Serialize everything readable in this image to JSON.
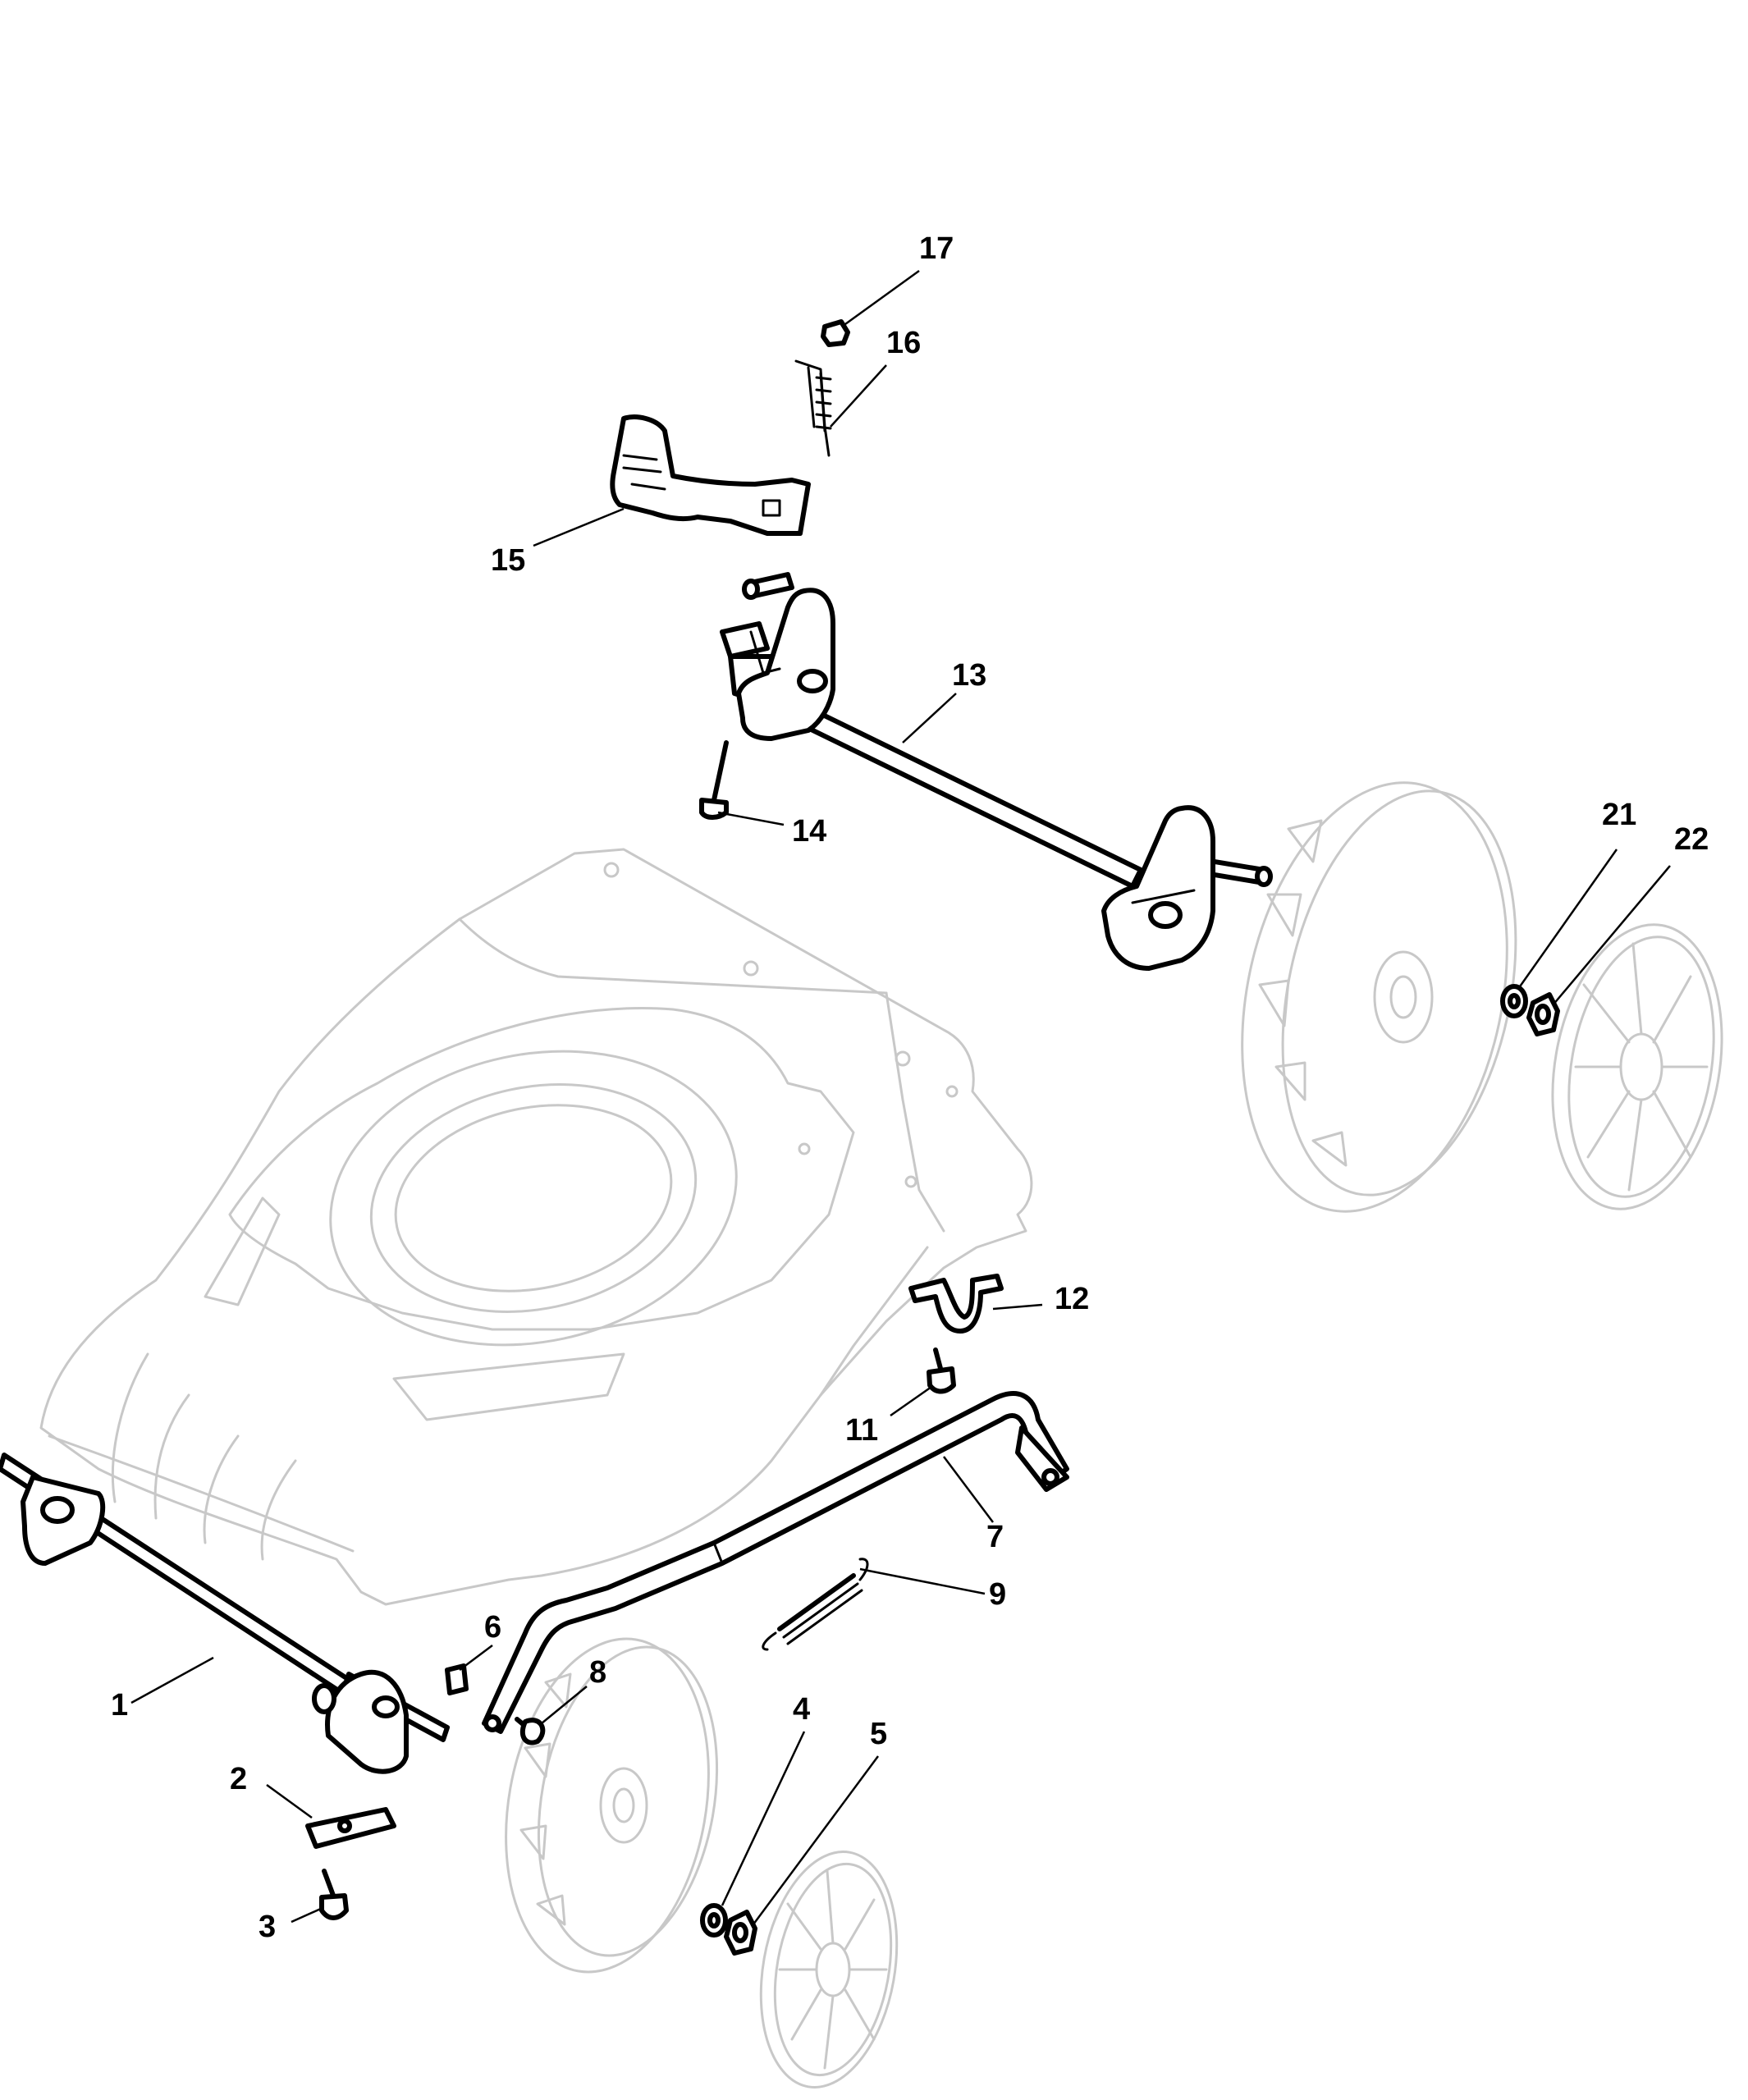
{
  "callouts": [
    {
      "id": "1",
      "label": "1"
    },
    {
      "id": "2",
      "label": "2"
    },
    {
      "id": "3",
      "label": "3"
    },
    {
      "id": "4",
      "label": "4"
    },
    {
      "id": "5",
      "label": "5"
    },
    {
      "id": "6",
      "label": "6"
    },
    {
      "id": "7",
      "label": "7"
    },
    {
      "id": "8",
      "label": "8"
    },
    {
      "id": "9",
      "label": "9"
    },
    {
      "id": "11",
      "label": "11"
    },
    {
      "id": "12",
      "label": "12"
    },
    {
      "id": "13",
      "label": "13"
    },
    {
      "id": "14",
      "label": "14"
    },
    {
      "id": "15",
      "label": "15"
    },
    {
      "id": "16",
      "label": "16"
    },
    {
      "id": "17",
      "label": "17"
    },
    {
      "id": "21",
      "label": "21"
    },
    {
      "id": "22",
      "label": "22"
    }
  ]
}
